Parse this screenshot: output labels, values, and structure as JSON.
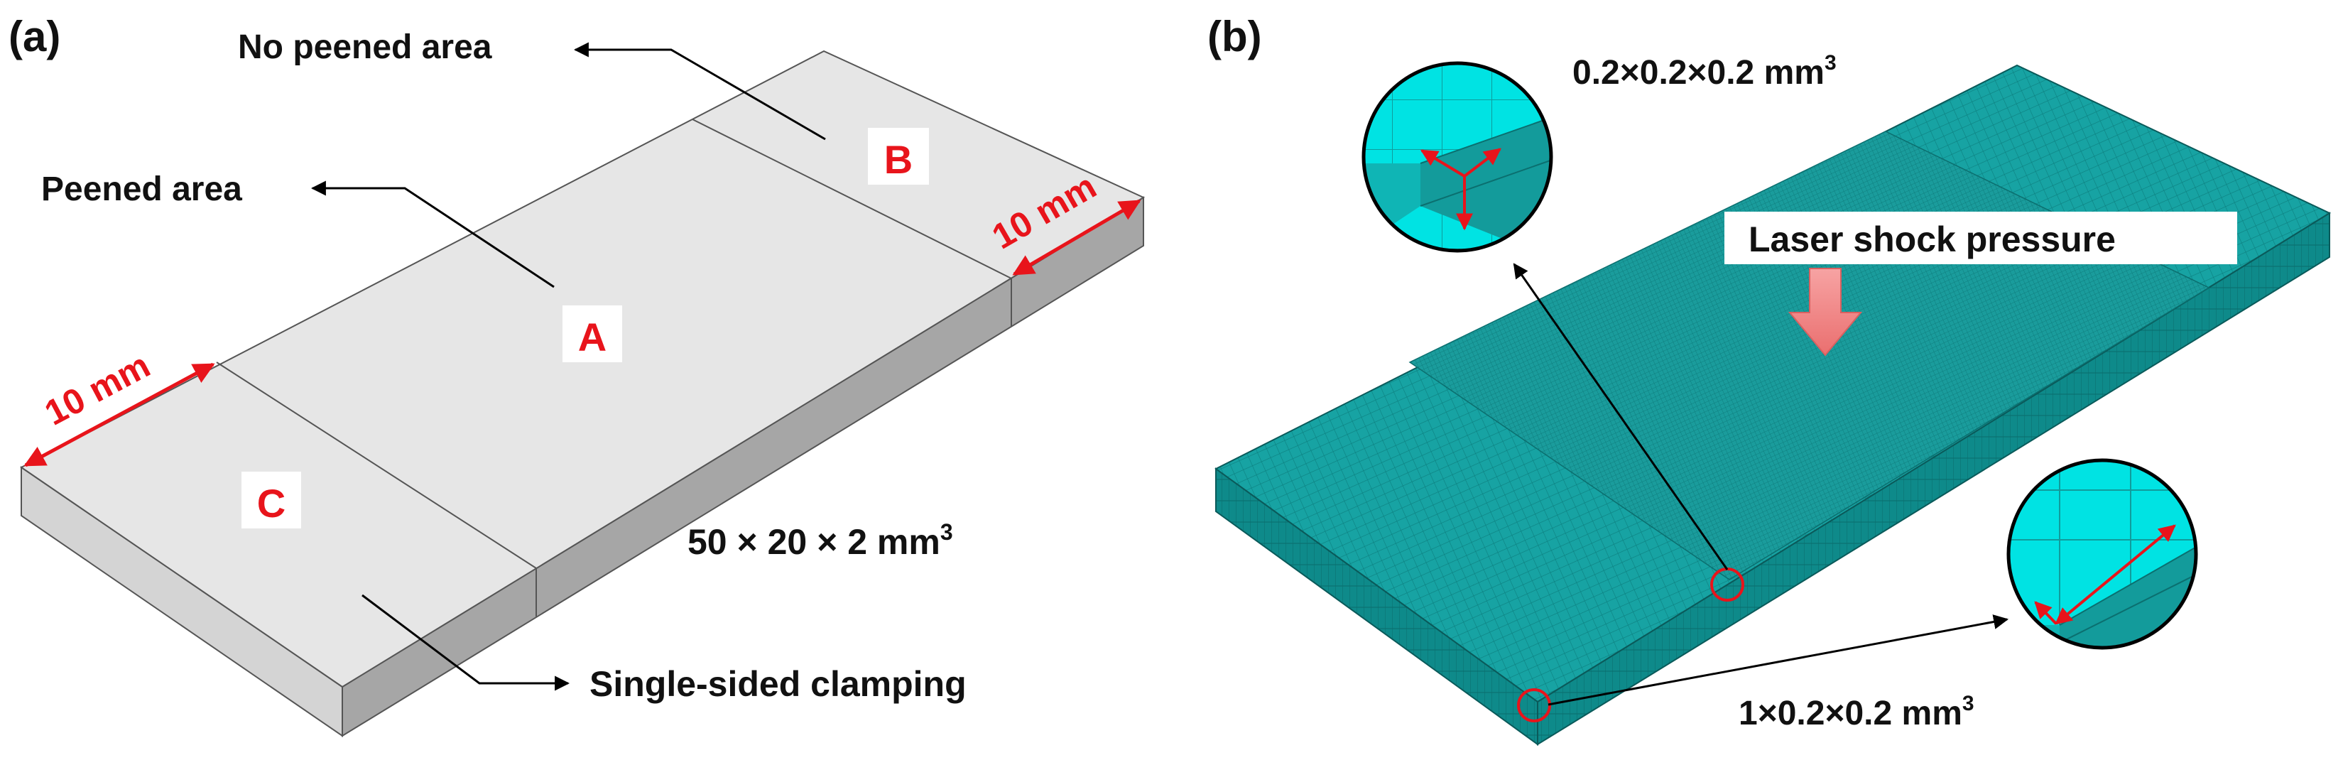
{
  "panel_a": {
    "label": "(a)",
    "no_peened_area": "No peened area",
    "peened_area": "Peened area",
    "zone_a": "A",
    "zone_b": "B",
    "zone_c": "C",
    "dim_left": "10 mm",
    "dim_right": "10 mm",
    "size_main": "50 × 20 × 2 mm",
    "size_exp": "3",
    "clamping": "Single-sided clamping"
  },
  "panel_b": {
    "label": "(b)",
    "fine_mesh_main": "0.2×0.2×0.2 mm",
    "fine_mesh_exp": "3",
    "coarse_mesh_main": "1×0.2×0.2 mm",
    "coarse_mesh_exp": "3",
    "laser": "Laser shock pressure"
  },
  "colors": {
    "plate_top": "#e6e6e6",
    "plate_side": "#a6a6a6",
    "mesh_top": "#17a3a3",
    "mesh_side": "#0e8a8a",
    "mesh_zoom": "#00e5e5",
    "annotation_red": "#e8141b",
    "arrow_pink": "#f08080"
  }
}
